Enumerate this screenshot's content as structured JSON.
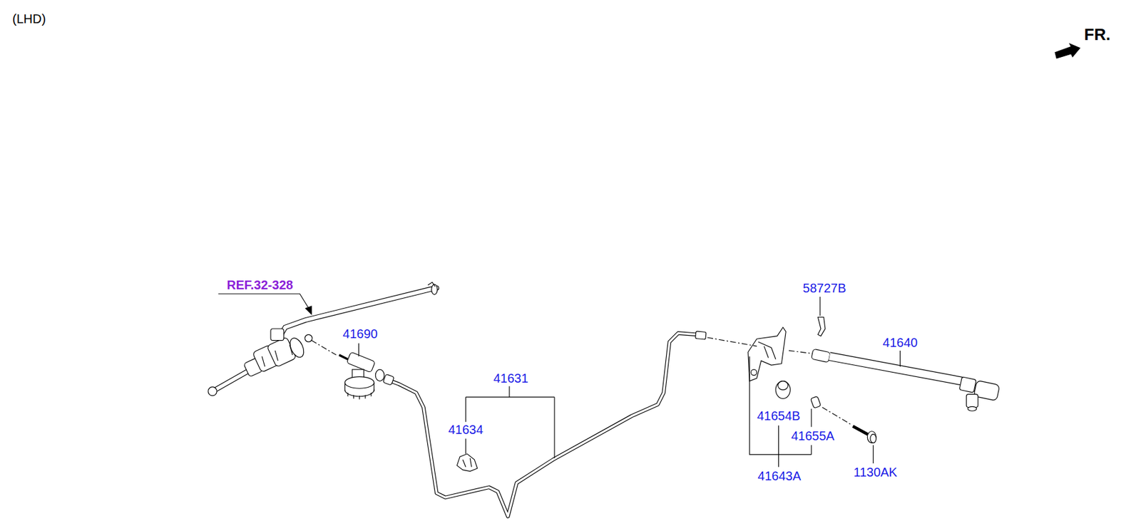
{
  "diagram": {
    "labels": [
      "(LHD)",
      "FR.",
      "REF.32-328",
      "41690",
      "41631",
      "41634",
      "58727B",
      "41640",
      "41654B",
      "41655A",
      "41643A",
      "1130AK"
    ]
  }
}
